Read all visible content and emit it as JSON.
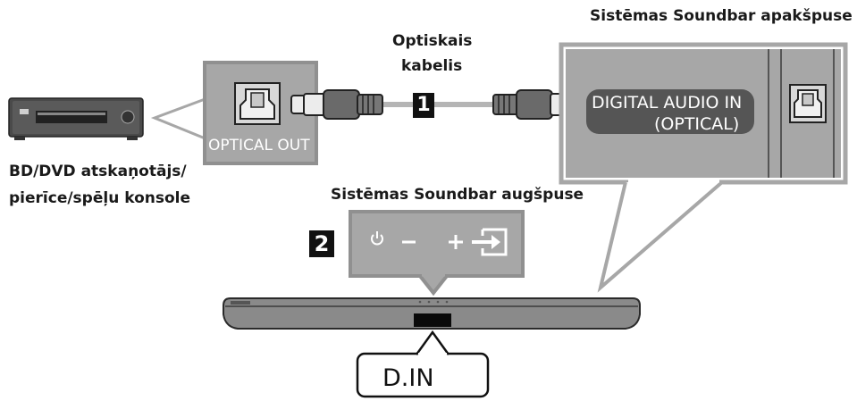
{
  "labels": {
    "soundbar_bottom": "Sistēmas Soundbar apakšpuse",
    "cable_line1": "Optiskais",
    "cable_line2": "kabelis",
    "player_line1": "BD/DVD atskaņotājs/",
    "player_line2": "pierīce/spēļu konsole",
    "soundbar_top": "Sistēmas Soundbar augšpuse",
    "optical_out": "OPTICAL OUT",
    "digital_in_line1": "DIGITAL AUDIO IN",
    "digital_in_line2": "(OPTICAL)",
    "display_text": "D.IN"
  },
  "steps": {
    "step1": "1",
    "step2": "2"
  },
  "colors": {
    "panel_gray": "#a7a7a7",
    "panel_border": "#909090",
    "dark_gray": "#555555",
    "cable_gray": "#b5b5b5",
    "black": "#111111"
  },
  "icons": [
    "bd-dvd-player-icon",
    "optical-port-icon",
    "optical-cable-icon",
    "power-icon",
    "minus-icon",
    "plus-icon",
    "input-source-icon",
    "soundbar-icon"
  ]
}
